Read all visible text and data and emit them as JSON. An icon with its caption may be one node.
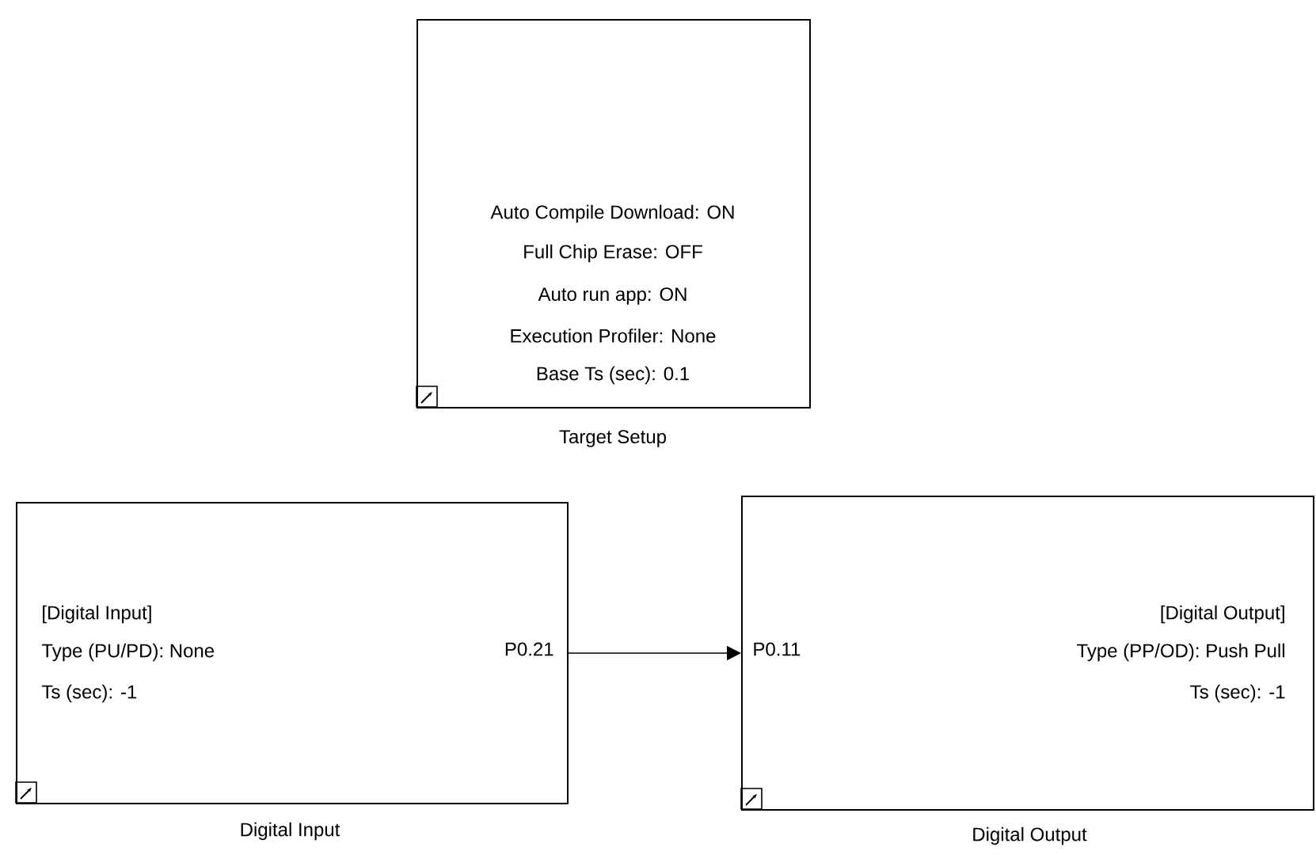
{
  "diagram": {
    "nodes": [
      {
        "text": [
          "Auto Compile Download: ON",
          "Full Chip Erase: OFF",
          "Auto run app: ON",
          "Execution Profiler: None",
          "Base Ts (sec): 0.1"
        ],
        "beside": [
          "Target Setup"
        ]
      },
      {
        "text": [
          "[Digital Input]",
          "Type (PU/PD): None",
          "Ts (sec): -1",
          "P0.21"
        ],
        "beside": [
          "Digital Input"
        ]
      },
      {
        "text": [
          "[Digital Output]",
          "Type (PP/OD): Push Pull",
          "Ts (sec): -1",
          "P0.11"
        ],
        "beside": [
          "Digital Output"
        ]
      }
    ],
    "edges": [
      {
        "from": 1,
        "to": 2,
        "arrow": "to"
      }
    ]
  }
}
